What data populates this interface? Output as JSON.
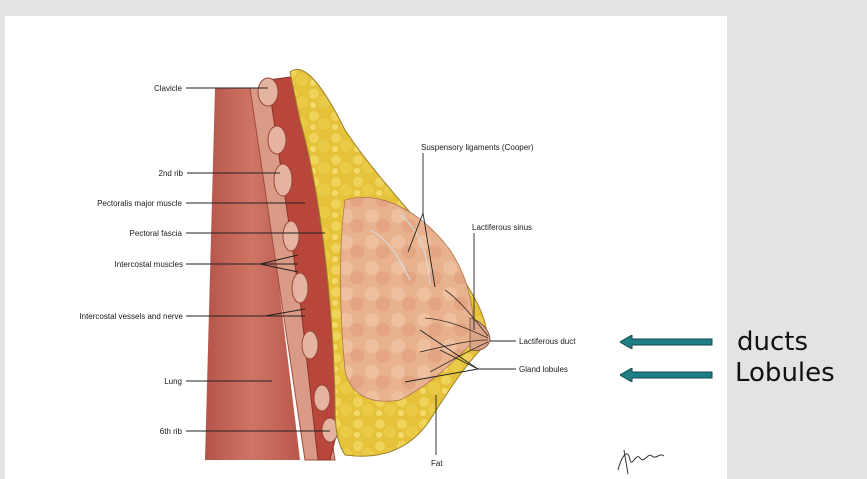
{
  "diagram": {
    "labels": {
      "clavicle": "Clavicle",
      "rib2": "2nd rib",
      "pectoralis_major": "Pectoralis major muscle",
      "pectoral_fascia": "Pectoral fascia",
      "intercostal_muscles": "Intercostal muscles",
      "intercostal_vessels": "Intercostal vessels and nerve",
      "lung": "Lung",
      "rib6": "6th rib",
      "suspensory": "Suspensory ligaments (Cooper)",
      "lactiferous_sinus": "Lactiferous sinus",
      "lactiferous_duct": "Lactiferous duct",
      "gland_lobules": "Gland lobules",
      "fat": "Fat"
    },
    "signature": "F. Netter"
  },
  "annotations": {
    "ducts": "ducts",
    "lobules": "Lobules",
    "arrow_color": "#1f7f86"
  }
}
